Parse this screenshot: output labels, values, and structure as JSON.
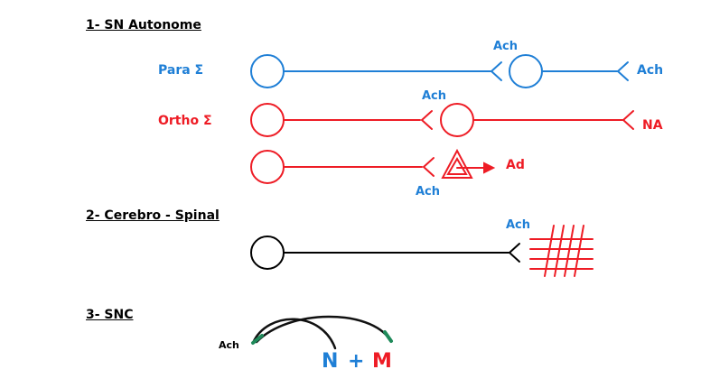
{
  "colors": {
    "para": "#1f7fd6",
    "ortho": "#ee1c25",
    "cerebro": "#000000",
    "snc_arc": "#111111",
    "snc_tip": "#1f8a5a"
  },
  "sections": {
    "autonomic": {
      "heading": "1- SN Autonome",
      "para": {
        "label": "Para Σ",
        "pre_terminal": "Ach",
        "post_terminal": "Ach"
      },
      "ortho": {
        "label": "Ortho Σ",
        "pre_terminal": "Ach",
        "post_terminal": "NA"
      },
      "adrenal": {
        "pre_terminal": "Ach",
        "output": "Ad"
      }
    },
    "cerebro_spinal": {
      "heading": "2- Cerebro - Spinal",
      "terminal": "Ach",
      "target_icon": "muscle-fibers-icon"
    },
    "snc": {
      "heading": "3- SNC",
      "mediator": "Ach",
      "n_label": "N",
      "plus": "+",
      "m_label": "M"
    }
  }
}
